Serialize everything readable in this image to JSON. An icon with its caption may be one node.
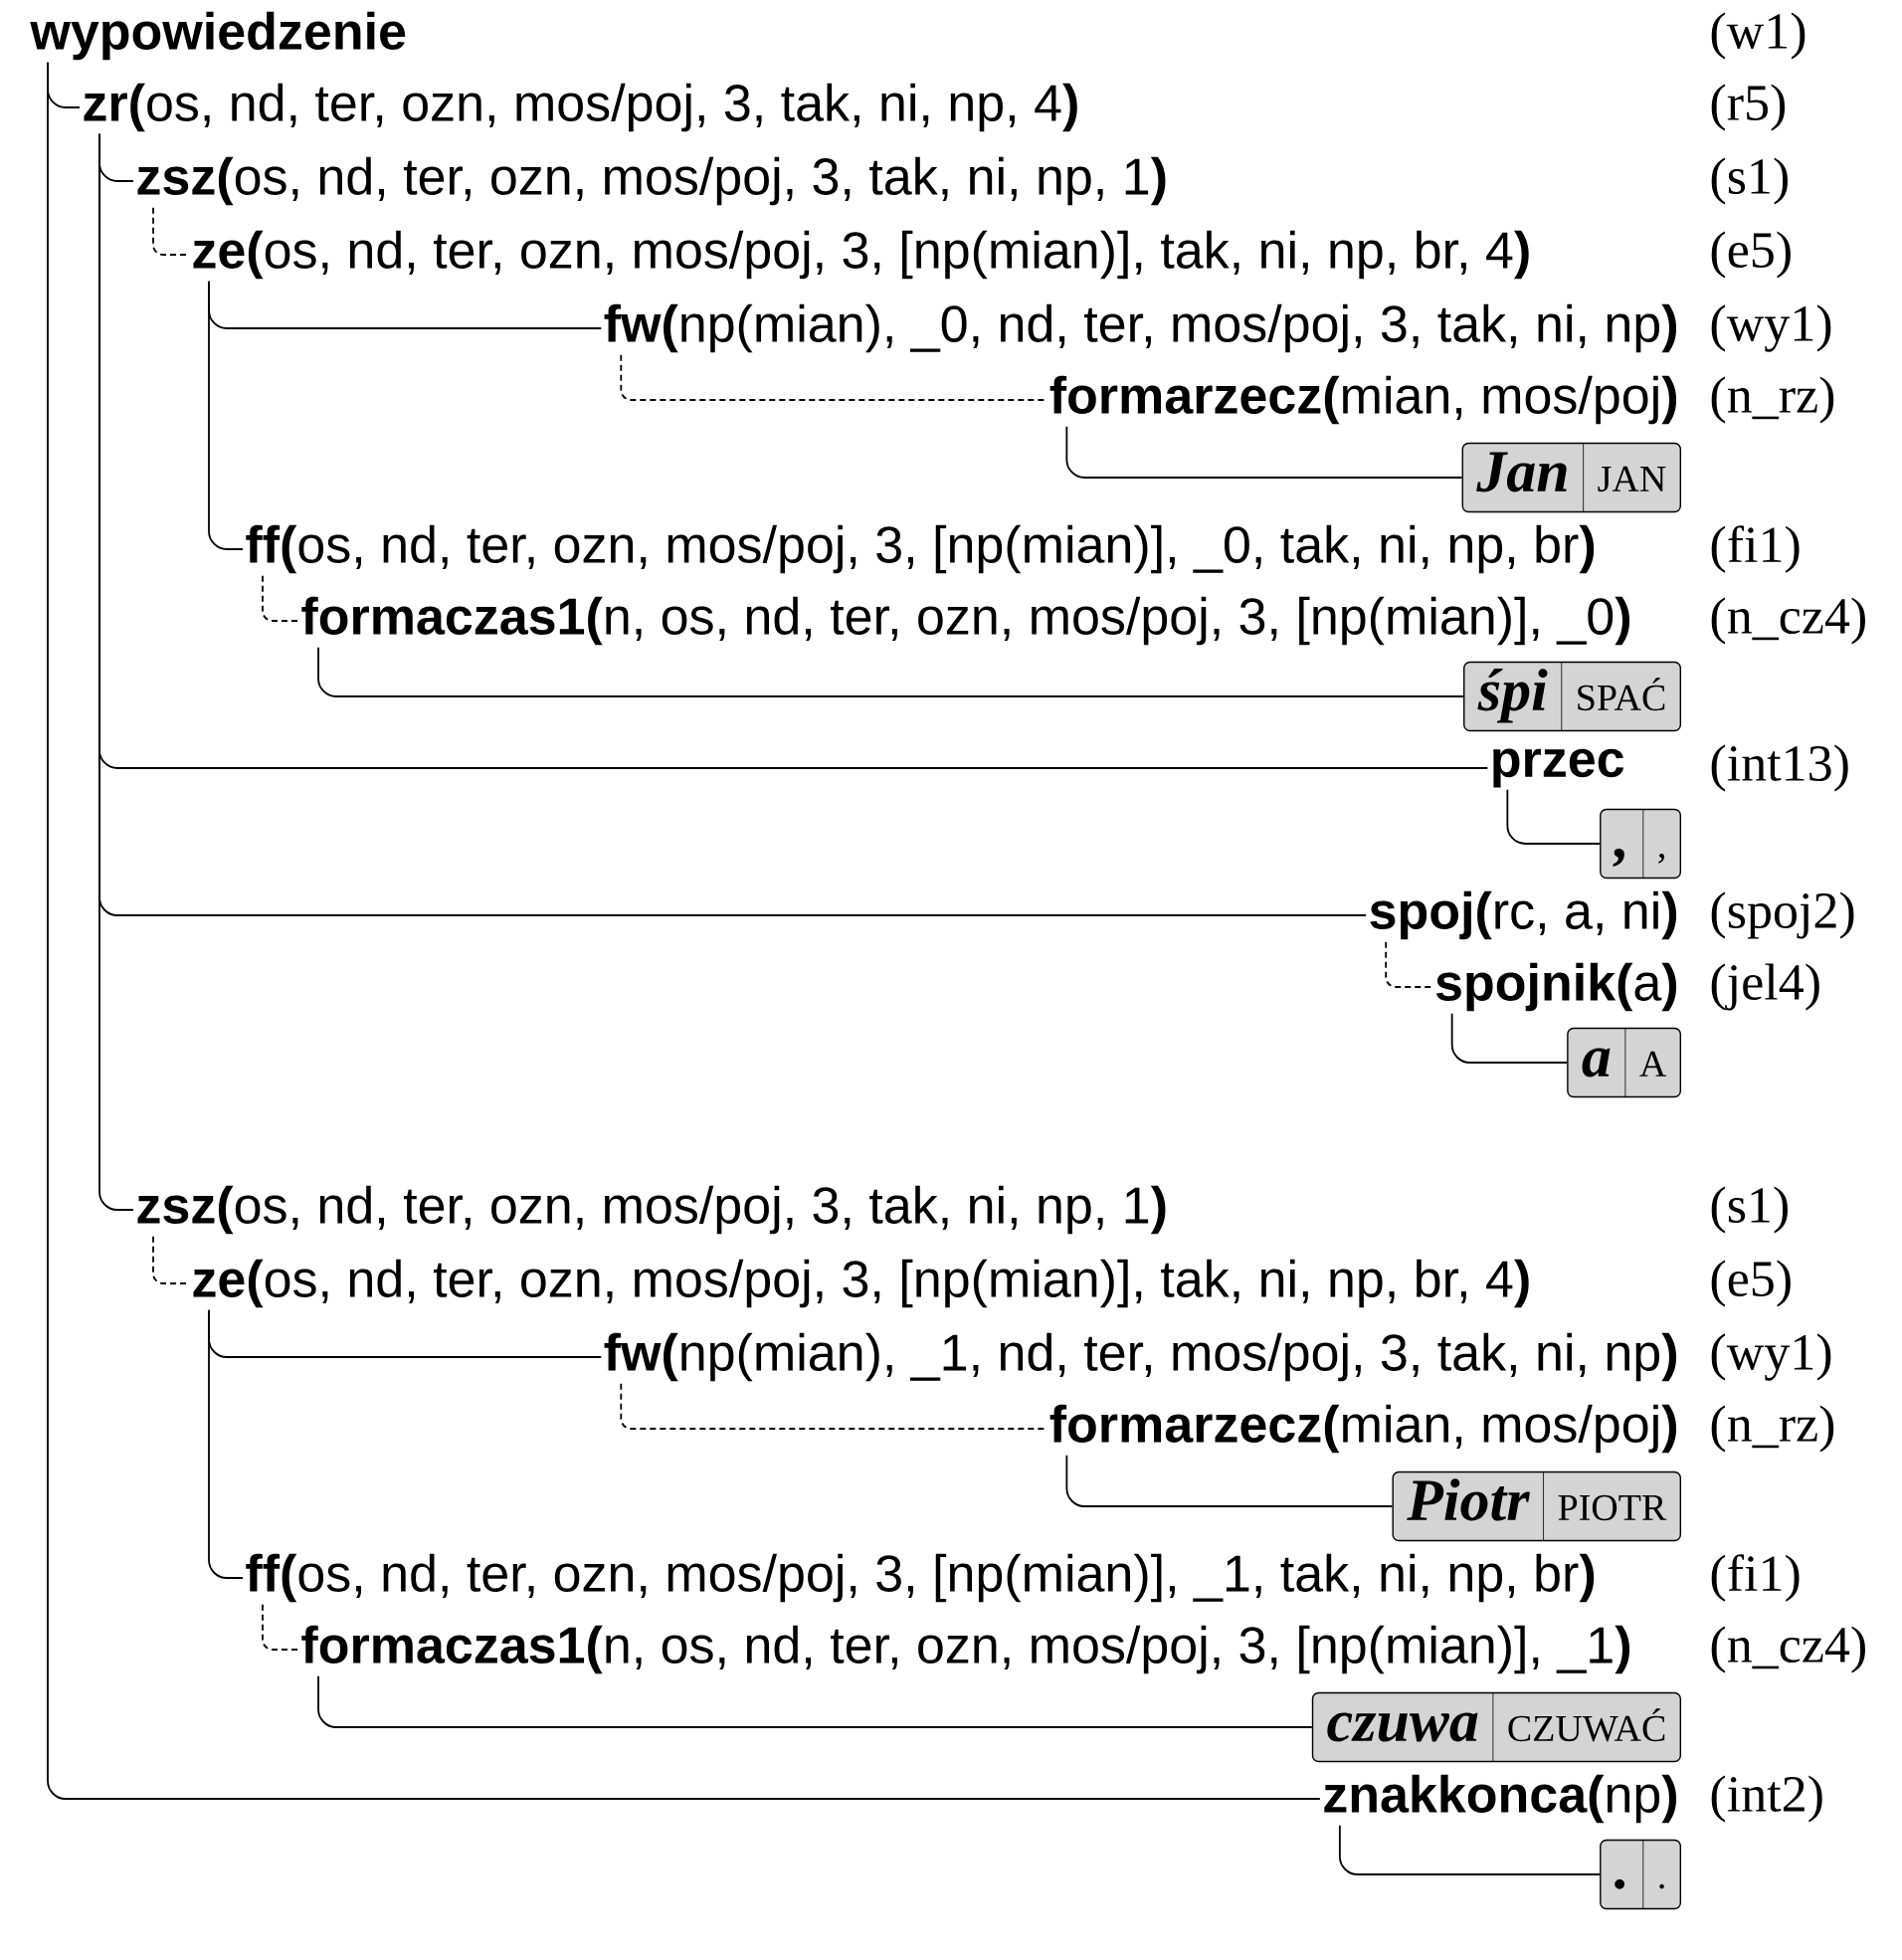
{
  "diagram": {
    "nodes": [
      {
        "text": [
          "wypowiedzenie"
        ]
      },
      {
        "text": [
          "**zr(**os, nd, ter, ozn, mos/poj, 3, tak, ni, np, 4**)**"
        ]
      },
      {
        "text": [
          "**zsz(**os, nd, ter, ozn, mos/poj, 3, tak, ni, np, 1**)**"
        ]
      },
      {
        "text": [
          "**ze(**os, nd, ter, ozn, mos/poj, 3, [np(mian)], tak, ni, np, br, 4**)**"
        ]
      },
      {
        "text": [
          "**fw(**np(mian), _0, nd, ter, mos/poj, 3, tak, ni, np**)**"
        ]
      },
      {
        "text": [
          "**formarzecz(**mian, mos/poj**)**"
        ]
      },
      {
        "text": [
          "Jan",
          "JAN"
        ]
      },
      {
        "text": [
          "**ff(**os, nd, ter, ozn, mos/poj, 3, [np(mian)], _0, tak, ni, np, br**)**"
        ]
      },
      {
        "text": [
          "**formaczas1(**n, os, nd, ter, ozn, mos/poj, 3, [np(mian)], _0**)**"
        ]
      },
      {
        "text": [
          "śpi",
          "SPAĆ"
        ]
      },
      {
        "text": [
          "przec"
        ]
      },
      {
        "text": [
          ",",
          ","
        ]
      },
      {
        "text": [
          "**spoj(**rc, a, ni**)**"
        ]
      },
      {
        "text": [
          "**spojnik(**a**)**"
        ]
      },
      {
        "text": [
          "a",
          "A"
        ]
      },
      {
        "text": [
          "**zsz(**os, nd, ter, ozn, mos/poj, 3, tak, ni, np, 1**)**"
        ]
      },
      {
        "text": [
          "**ze(**os, nd, ter, ozn, mos/poj, 3, [np(mian)], tak, ni, np, br, 4**)**"
        ]
      },
      {
        "text": [
          "**fw(**np(mian), _1, nd, ter, mos/poj, 3, tak, ni, np**)**"
        ]
      },
      {
        "text": [
          "**formarzecz(**mian, mos/poj**)**"
        ]
      },
      {
        "text": [
          "Piotr",
          "PIOTR"
        ]
      },
      {
        "text": [
          "**ff(**os, nd, ter, ozn, mos/poj, 3, [np(mian)], _1, tak, ni, np, br**)**"
        ]
      },
      {
        "text": [
          "**formaczas1(**n, os, nd, ter, ozn, mos/poj, 3, [np(mian)], _1**)**"
        ]
      },
      {
        "text": [
          "czuwa",
          "CZUWAĆ"
        ]
      },
      {
        "text": [
          "**znakkonca(**np**)**"
        ]
      },
      {
        "text": [
          ".",
          "."
        ]
      }
    ],
    "edges": [
      {
        "from": 0,
        "to": 1,
        "arrow": "none"
      },
      {
        "from": 1,
        "to": 2,
        "arrow": "none"
      },
      {
        "from": 2,
        "to": 3,
        "arrow": "none",
        "style": "dashed"
      },
      {
        "from": 3,
        "to": 4,
        "arrow": "none"
      },
      {
        "from": 4,
        "to": 5,
        "arrow": "none",
        "style": "dashed"
      },
      {
        "from": 5,
        "to": 6,
        "arrow": "none"
      },
      {
        "from": 3,
        "to": 7,
        "arrow": "none"
      },
      {
        "from": 7,
        "to": 8,
        "arrow": "none",
        "style": "dashed"
      },
      {
        "from": 8,
        "to": 9,
        "arrow": "none"
      },
      {
        "from": 1,
        "to": 10,
        "arrow": "none"
      },
      {
        "from": 10,
        "to": 11,
        "arrow": "none"
      },
      {
        "from": 1,
        "to": 12,
        "arrow": "none"
      },
      {
        "from": 12,
        "to": 13,
        "arrow": "none",
        "style": "dashed"
      },
      {
        "from": 13,
        "to": 14,
        "arrow": "none"
      },
      {
        "from": 1,
        "to": 15,
        "arrow": "none"
      },
      {
        "from": 15,
        "to": 16,
        "arrow": "none",
        "style": "dashed"
      },
      {
        "from": 16,
        "to": 17,
        "arrow": "none"
      },
      {
        "from": 17,
        "to": 18,
        "arrow": "none",
        "style": "dashed"
      },
      {
        "from": 18,
        "to": 19,
        "arrow": "none"
      },
      {
        "from": 16,
        "to": 20,
        "arrow": "none"
      },
      {
        "from": 20,
        "to": 21,
        "arrow": "none",
        "style": "dashed"
      },
      {
        "from": 21,
        "to": 22,
        "arrow": "none"
      },
      {
        "from": 0,
        "to": 23,
        "arrow": "none"
      },
      {
        "from": 23,
        "to": 24,
        "arrow": "none"
      }
    ],
    "labels": [
      "(w1)",
      "(r5)",
      "(s1)",
      "(e5)",
      "(wy1)",
      "(n_rz)",
      "(fi1)",
      "(n_cz4)",
      "(int13)",
      "(spoj2)",
      "(jel4)",
      "(s1)",
      "(e5)",
      "(wy1)",
      "(n_rz)",
      "(fi1)",
      "(n_cz4)",
      "(int2)"
    ]
  }
}
